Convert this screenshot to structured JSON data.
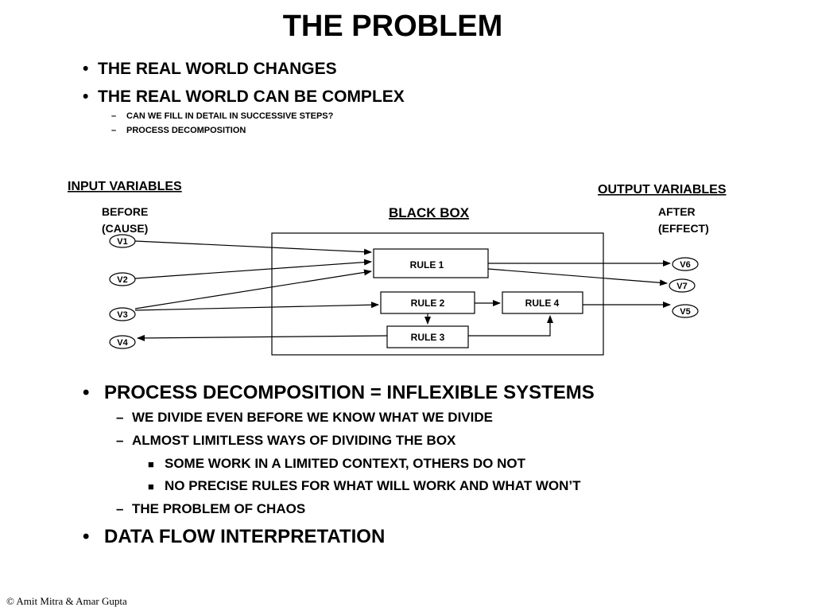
{
  "title": "THE PROBLEM",
  "top_bullets": [
    "THE REAL WORLD CHANGES",
    "THE REAL WORLD CAN BE COMPLEX"
  ],
  "top_sub_bullets": [
    "CAN WE FILL IN DETAIL IN SUCCESSIVE STEPS?",
    "PROCESS DECOMPOSITION"
  ],
  "markers": {
    "bullet": "•",
    "dash": "–",
    "square": "■"
  },
  "diagram": {
    "input_heading": "INPUT VARIABLES",
    "output_heading": "OUTPUT VARIABLES",
    "before_line1": "BEFORE",
    "before_line2": "(CAUSE)",
    "after_line1": "AFTER",
    "after_line2": "(EFFECT)",
    "black_box_label": "BLACK BOX",
    "rules": [
      "RULE 1",
      "RULE 2",
      "RULE 3",
      "RULE 4"
    ],
    "inputs": [
      "V1",
      "V2",
      "V3",
      "V4"
    ],
    "outputs": [
      "V6",
      "V7",
      "V5"
    ]
  },
  "bottom": {
    "bullet1": "PROCESS DECOMPOSITION = INFLEXIBLE SYSTEMS",
    "sub1": "WE DIVIDE EVEN BEFORE WE KNOW WHAT WE DIVIDE",
    "sub2": "ALMOST LIMITLESS WAYS OF DIVIDING THE BOX",
    "subsub1": "SOME WORK IN A LIMITED CONTEXT, OTHERS DO NOT",
    "subsub2": "NO PRECISE RULES FOR WHAT WILL WORK AND WHAT WON’T",
    "sub3": "THE PROBLEM OF CHAOS",
    "bullet2": "DATA FLOW INTERPRETATION"
  },
  "footer": "© Amit Mitra & Amar Gupta"
}
